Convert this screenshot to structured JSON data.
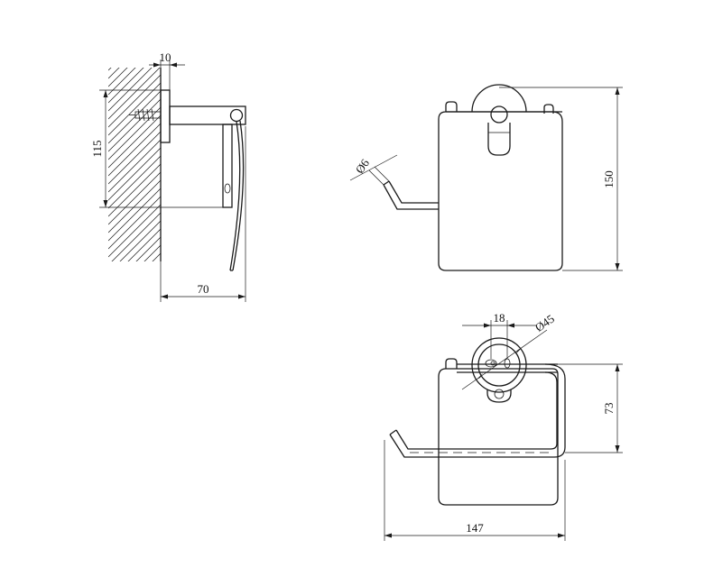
{
  "dimensions": {
    "side_offset": "10",
    "side_height": "115",
    "side_depth": "70",
    "rod_diameter": "Ø6",
    "front_height": "150",
    "rosette_width": "18",
    "rosette_diameter": "Ø45",
    "top_height": "73",
    "total_width": "147"
  }
}
